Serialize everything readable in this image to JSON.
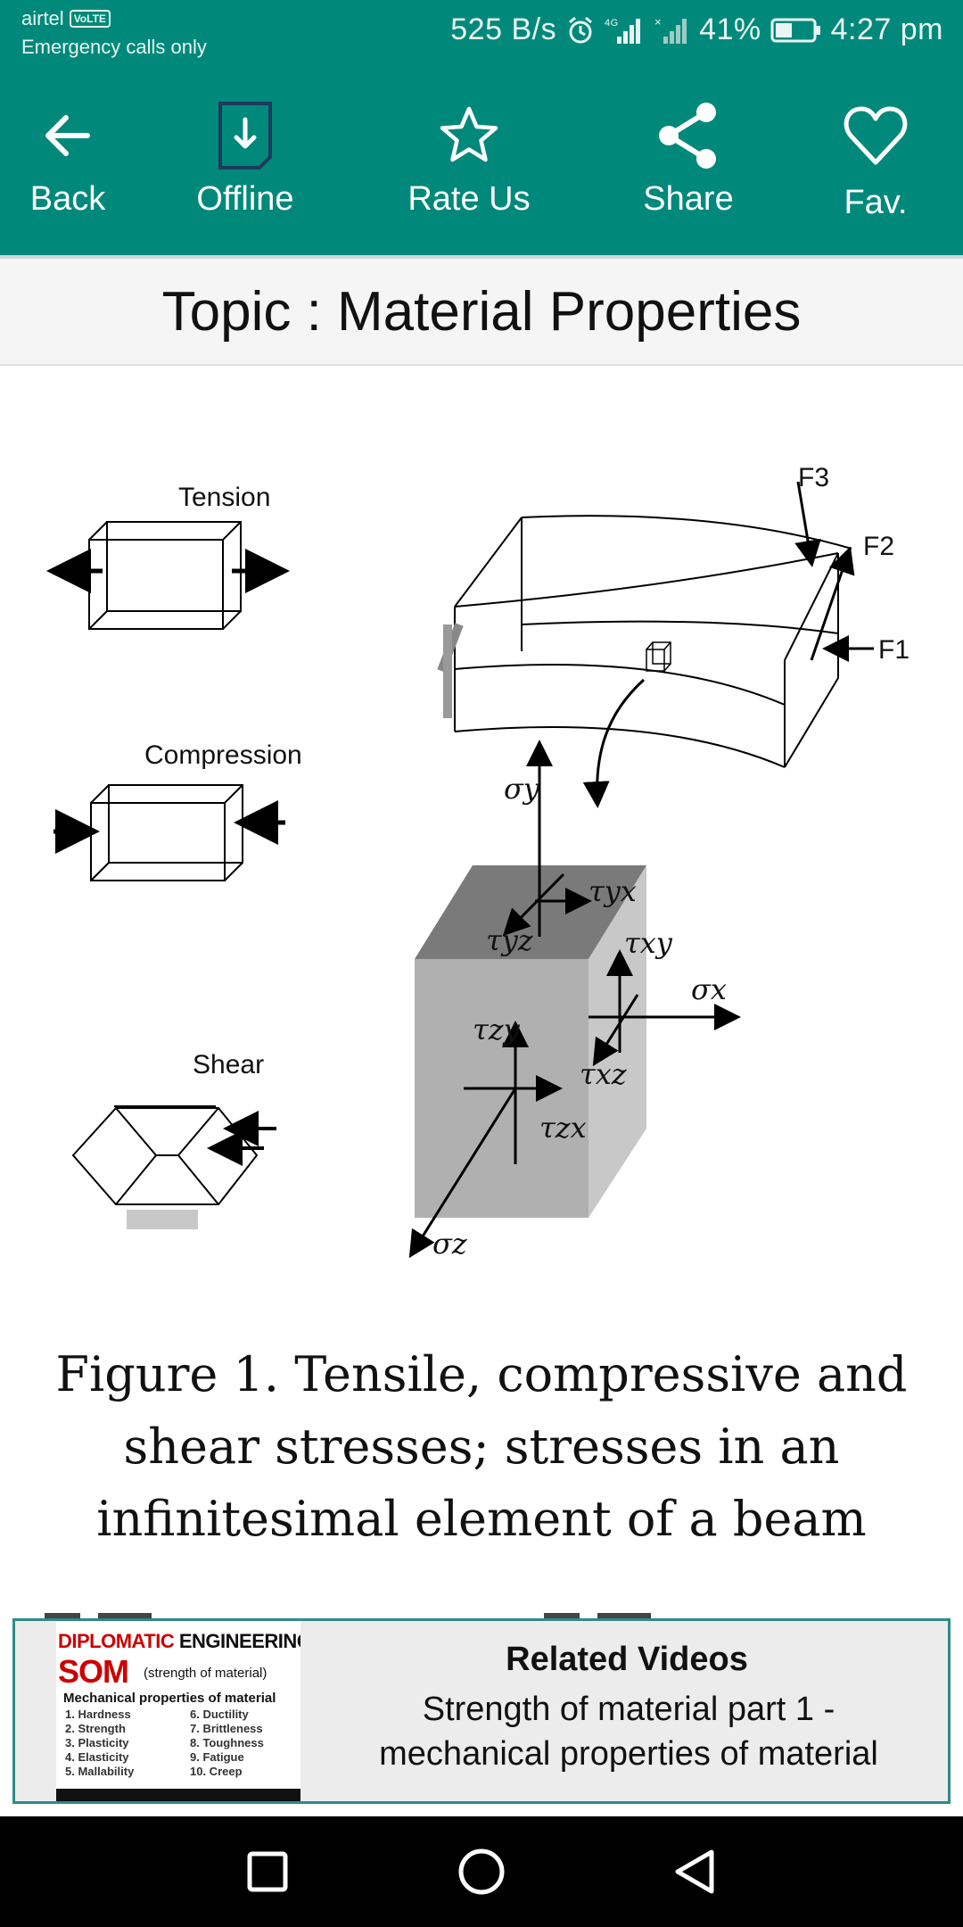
{
  "status_bar": {
    "carrier": "airtel",
    "volte": "VoLTE",
    "emergency": "Emergency calls only",
    "speed": "525 B/s",
    "battery": "41%",
    "time": "4:27 pm"
  },
  "toolbar": {
    "back": "Back",
    "offline": "Offline",
    "rate": "Rate Us",
    "share": "Share",
    "fav": "Fav."
  },
  "topic": "Topic : Material Properties",
  "figure": {
    "labels": {
      "tension": "Tension",
      "compression": "Compression",
      "shear": "Shear",
      "f1": "F1",
      "f2": "F2",
      "f3": "F3",
      "sigma_y": "σy",
      "sigma_x": "σx",
      "sigma_z": "σz",
      "tau_yx": "τyx",
      "tau_yz": "τyz",
      "tau_xy": "τxy",
      "tau_zy": "τzy",
      "tau_xz": "τxz",
      "tau_zx": "τzx"
    },
    "caption_line1": "Figure 1. Tensile, compressive and",
    "caption_line2": "shear stresses; stresses in an",
    "caption_line3": "infinitesimal element of a beam"
  },
  "related": {
    "title": "Related Videos",
    "desc_line1": "Strength of material part 1 -",
    "desc_line2": "mechanical properties of material",
    "thumb": {
      "line1a": "DIPLOMATIC ",
      "line1b": "ENGINEERING",
      "line2": "SOM",
      "line3": "(strength of material)",
      "line4": "Mechanical properties of material",
      "list1": "1. Hardness\n2. Strength\n3. Plasticity\n4. Elasticity\n5. Mallability",
      "list2": "6. Ductility\n7. Brittleness\n8. Toughness\n9. Fatigue\n10. Creep"
    }
  },
  "icons": {
    "back": "arrow-left-icon",
    "offline": "download-icon",
    "rate": "star-icon",
    "share": "share-icon",
    "fav": "heart-icon",
    "nav_recents": "square-icon",
    "nav_home": "circle-icon",
    "nav_back": "triangle-back-icon"
  },
  "colors": {
    "primary": "#00897b",
    "related_border": "#2e8b87"
  }
}
